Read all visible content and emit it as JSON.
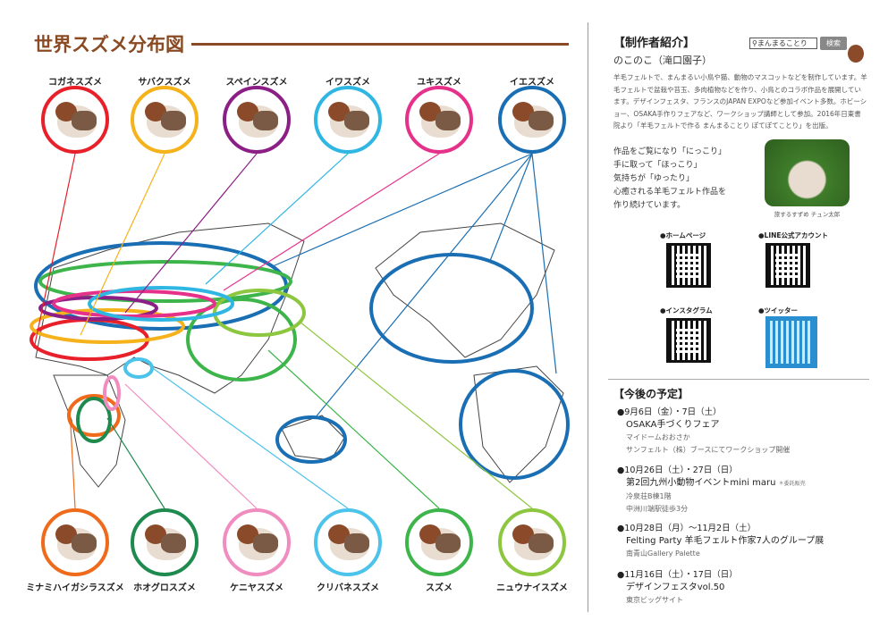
{
  "title": "世界スズメ分布図",
  "birds_top": [
    {
      "name": "コガネスズメ",
      "color": "#e8202a"
    },
    {
      "name": "サバクスズメ",
      "color": "#f5b21a"
    },
    {
      "name": "スペインスズメ",
      "color": "#8b1f86"
    },
    {
      "name": "イワスズメ",
      "color": "#2fb6e3"
    },
    {
      "name": "ユキスズメ",
      "color": "#e6318a"
    },
    {
      "name": "イエスズメ",
      "color": "#1a6fb4"
    }
  ],
  "birds_bottom": [
    {
      "name": "ミナミハイガシラスズメ",
      "color": "#ef6a1a"
    },
    {
      "name": "ホオグロスズメ",
      "color": "#1e8a4e"
    },
    {
      "name": "ケニヤスズメ",
      "color": "#f08cbf"
    },
    {
      "name": "クリバネスズメ",
      "color": "#4cc3ea"
    },
    {
      "name": "スズメ",
      "color": "#3db54a"
    },
    {
      "name": "ニュウナイスズメ",
      "color": "#8dc63f"
    }
  ],
  "profile": {
    "heading": "【制作者紹介】",
    "name": "のこのこ（滝口園子）",
    "search_value": "まんまることり",
    "search_button": "検索",
    "bio": "羊毛フェルトで、まんまるい小鳥や猫、動物のマスコットなどを制作しています。羊毛フェルトで盆栽や苔玉、多肉植物などを作り、小鳥とのコラボ作品を展開しています。デザインフェスタ、フランスのJAPAN EXPOなど参加イベント多数。ホビーショー、OSAKA手作りフェアなど、ワークショップ講師として参加。2016年日東書院より「羊毛フェルトで作る まんまることり ぽてぽてことり」を出版。",
    "poem": [
      "作品をご覧になり「にっこり」",
      "手に取って「ほっこり」",
      "気持ちが「ゆったり」",
      "心癒される羊毛フェルト作品を",
      "作り続けています。"
    ],
    "photo_caption": "旅するすずめ チュン太郎"
  },
  "links": {
    "homepage": "●ホームページ",
    "line": "●LINE公式アカウント",
    "instagram": "●インスタグラム",
    "twitter": "●ツイッター"
  },
  "schedule": {
    "heading": "【今後の予定】",
    "events": [
      {
        "date": "●9月6日（金）・7日（土）",
        "name": "OSAKA手づくりフェア",
        "note": "",
        "details": [
          "マイドームおおさか",
          "サンフェルト（株）ブースにてワークショップ開催"
        ]
      },
      {
        "date": "●10月26日（土）・27日（日）",
        "name": "第2回九州小動物イベントmini maru",
        "note": "＊委託販売",
        "details": [
          "冷泉荘B棟1階",
          "中洲川端駅徒歩3分"
        ]
      },
      {
        "date": "●10月28日（月）～11月2日（土）",
        "name": "Felting Party  羊毛フェルト作家7人のグループ展",
        "note": "",
        "details": [
          "南青山Gallery Palette"
        ]
      },
      {
        "date": "●11月16日（土）・17日（日）",
        "name": "デザインフェスタvol.50",
        "note": "",
        "details": [
          "東京ビッグサイト"
        ]
      }
    ]
  }
}
